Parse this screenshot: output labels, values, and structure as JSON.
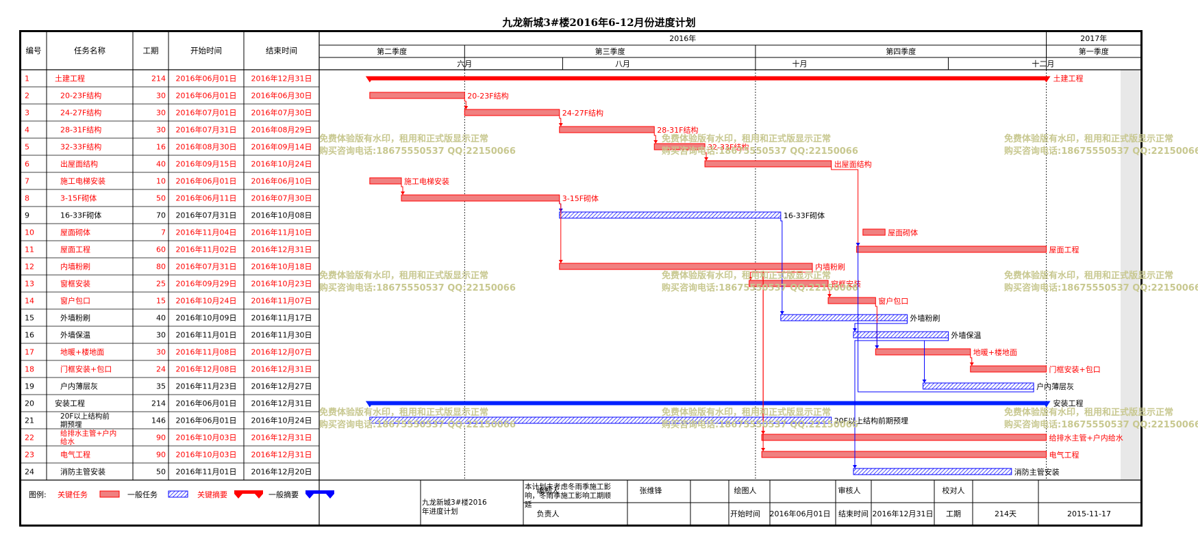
{
  "title": "九龙新城3#楼2016年6-12月份进度计划",
  "columns": [
    "编号",
    "任务名称",
    "工期",
    "开始时间",
    "结束时间"
  ],
  "timeline": {
    "years": [
      "2016年",
      "2017年"
    ],
    "quarters": [
      "第二季度",
      "第三季度",
      "第四季度",
      "第一季度"
    ],
    "months": [
      "六月",
      "八月",
      "十月",
      "十二月"
    ],
    "range_start": "2016-05-16",
    "range_end": "2017-01-31"
  },
  "chart_data": {
    "type": "gantt",
    "tasks": [
      {
        "id": "1",
        "name": "土建工程",
        "duration": 214,
        "start": "2016年06月01日",
        "end": "2016年12月31日",
        "s": "2016-06-01",
        "e": "2016-12-31",
        "kind": "summary",
        "critical": true,
        "label": "土建工程"
      },
      {
        "id": "2",
        "name": "20-23F结构",
        "duration": 30,
        "start": "2016年06月01日",
        "end": "2016年06月30日",
        "s": "2016-06-01",
        "e": "2016-06-30",
        "kind": "task",
        "critical": true,
        "indent": true,
        "label": "20-23F结构"
      },
      {
        "id": "3",
        "name": "24-27F结构",
        "duration": 30,
        "start": "2016年07月01日",
        "end": "2016年07月30日",
        "s": "2016-07-01",
        "e": "2016-07-30",
        "kind": "task",
        "critical": true,
        "indent": true,
        "label": "24-27F结构"
      },
      {
        "id": "4",
        "name": "28-31F结构",
        "duration": 30,
        "start": "2016年07月31日",
        "end": "2016年08月29日",
        "s": "2016-07-31",
        "e": "2016-08-29",
        "kind": "task",
        "critical": true,
        "indent": true,
        "label": "28-31F结构"
      },
      {
        "id": "5",
        "name": "32-33F结构",
        "duration": 16,
        "start": "2016年08月30日",
        "end": "2016年09月14日",
        "s": "2016-08-30",
        "e": "2016-09-14",
        "kind": "task",
        "critical": true,
        "indent": true,
        "label": "32-33F结构"
      },
      {
        "id": "6",
        "name": "出屋面结构",
        "duration": 40,
        "start": "2016年09月15日",
        "end": "2016年10月24日",
        "s": "2016-09-15",
        "e": "2016-10-24",
        "kind": "task",
        "critical": true,
        "indent": true,
        "label": "出屋面结构"
      },
      {
        "id": "7",
        "name": "施工电梯安装",
        "duration": 10,
        "start": "2016年06月01日",
        "end": "2016年06月10日",
        "s": "2016-06-01",
        "e": "2016-06-10",
        "kind": "task",
        "critical": true,
        "indent": true,
        "label": "施工电梯安装"
      },
      {
        "id": "8",
        "name": "3-15F砌体",
        "duration": 50,
        "start": "2016年06月11日",
        "end": "2016年07月30日",
        "s": "2016-06-11",
        "e": "2016-07-30",
        "kind": "task",
        "critical": true,
        "indent": true,
        "label": "3-15F砌体"
      },
      {
        "id": "9",
        "name": "16-33F砌体",
        "duration": 70,
        "start": "2016年07月31日",
        "end": "2016年10月08日",
        "s": "2016-07-31",
        "e": "2016-10-08",
        "kind": "task",
        "critical": false,
        "indent": true,
        "label": "16-33F砌体"
      },
      {
        "id": "10",
        "name": "屋面砌体",
        "duration": 7,
        "start": "2016年11月04日",
        "end": "2016年11月10日",
        "s": "2016-11-04",
        "e": "2016-11-10",
        "kind": "task",
        "critical": true,
        "indent": true,
        "label": "屋面砌体"
      },
      {
        "id": "11",
        "name": "屋面工程",
        "duration": 60,
        "start": "2016年11月02日",
        "end": "2016年12月31日",
        "s": "2016-11-02",
        "e": "2016-12-31",
        "kind": "task",
        "critical": true,
        "indent": true,
        "label": "屋面工程"
      },
      {
        "id": "12",
        "name": "内墙粉刷",
        "duration": 80,
        "start": "2016年07月31日",
        "end": "2016年10月18日",
        "s": "2016-07-31",
        "e": "2016-10-18",
        "kind": "task",
        "critical": true,
        "indent": true,
        "label": "内墙粉刷"
      },
      {
        "id": "13",
        "name": "窗框安装",
        "duration": 25,
        "start": "2016年09月29日",
        "end": "2016年10月23日",
        "s": "2016-09-29",
        "e": "2016-10-23",
        "kind": "task",
        "critical": true,
        "indent": true,
        "label": "窗框安装"
      },
      {
        "id": "14",
        "name": "窗户包口",
        "duration": 15,
        "start": "2016年10月24日",
        "end": "2016年11月07日",
        "s": "2016-10-24",
        "e": "2016-11-07",
        "kind": "task",
        "critical": true,
        "indent": true,
        "label": "窗户包口"
      },
      {
        "id": "15",
        "name": "外墙粉刷",
        "duration": 40,
        "start": "2016年10月09日",
        "end": "2016年11月17日",
        "s": "2016-10-09",
        "e": "2016-11-17",
        "kind": "task",
        "critical": false,
        "indent": true,
        "label": "外墙粉刷"
      },
      {
        "id": "16",
        "name": "外墙保温",
        "duration": 30,
        "start": "2016年11月01日",
        "end": "2016年11月30日",
        "s": "2016-11-01",
        "e": "2016-11-30",
        "kind": "task",
        "critical": false,
        "indent": true,
        "label": "外墙保温"
      },
      {
        "id": "17",
        "name": "地暖+楼地面",
        "duration": 30,
        "start": "2016年11月08日",
        "end": "2016年12月07日",
        "s": "2016-11-08",
        "e": "2016-12-07",
        "kind": "task",
        "critical": true,
        "indent": true,
        "label": "地暖+楼地面"
      },
      {
        "id": "18",
        "name": "门框安装+包口",
        "duration": 24,
        "start": "2016年12月08日",
        "end": "2016年12月31日",
        "s": "2016-12-08",
        "e": "2016-12-31",
        "kind": "task",
        "critical": true,
        "indent": true,
        "label": "门框安装+包口"
      },
      {
        "id": "19",
        "name": "户内薄层灰",
        "duration": 35,
        "start": "2016年11月23日",
        "end": "2016年12月27日",
        "s": "2016-11-23",
        "e": "2016-12-27",
        "kind": "task",
        "critical": false,
        "indent": true,
        "label": "户内薄层灰"
      },
      {
        "id": "20",
        "name": "安装工程",
        "duration": 214,
        "start": "2016年06月01日",
        "end": "2016年12月31日",
        "s": "2016-06-01",
        "e": "2016-12-31",
        "kind": "summary",
        "critical": false,
        "label": "安装工程"
      },
      {
        "id": "21",
        "name": "20F以上结构前期预埋",
        "duration": 146,
        "start": "2016年06月01日",
        "end": "2016年10月24日",
        "s": "2016-06-01",
        "e": "2016-10-24",
        "kind": "task",
        "critical": false,
        "indent": true,
        "label": "20F以上结构前期预埋"
      },
      {
        "id": "22",
        "name": "给排水主管+户内给水",
        "duration": 90,
        "start": "2016年10月03日",
        "end": "2016年12月31日",
        "s": "2016-10-03",
        "e": "2016-12-31",
        "kind": "task",
        "critical": true,
        "indent": true,
        "label": "给排水主管+户内给水"
      },
      {
        "id": "23",
        "name": "电气工程",
        "duration": 90,
        "start": "2016年10月03日",
        "end": "2016年12月31日",
        "s": "2016-10-03",
        "e": "2016-12-31",
        "kind": "task",
        "critical": true,
        "indent": true,
        "label": "电气工程"
      },
      {
        "id": "24",
        "name": "消防主管安装",
        "duration": 50,
        "start": "2016年11月01日",
        "end": "2016年12月20日",
        "s": "2016-11-01",
        "e": "2016-12-20",
        "kind": "task",
        "critical": false,
        "indent": true,
        "label": "消防主管安装"
      }
    ],
    "dependencies": [
      [
        1,
        2
      ],
      [
        2,
        3
      ],
      [
        3,
        4
      ],
      [
        4,
        5
      ],
      [
        5,
        10
      ],
      [
        6,
        7
      ],
      [
        7,
        8
      ],
      [
        7,
        11
      ],
      [
        8,
        14
      ],
      [
        11,
        12
      ],
      [
        12,
        13
      ],
      [
        13,
        16
      ],
      [
        16,
        17
      ],
      [
        18,
        10
      ],
      [
        14,
        15
      ],
      [
        15,
        18
      ],
      [
        14,
        16
      ],
      [
        11,
        21
      ],
      [
        11,
        22
      ],
      [
        15,
        23
      ]
    ]
  },
  "watermark": {
    "line1": "免费体验版有水印，租用和正式版显示正常",
    "line2": "购买咨询电话:18675550537 QQ:22150066"
  },
  "legend": {
    "label": "图例:",
    "items": [
      "关键任务",
      "一般任务",
      "关键摘要",
      "一般摘要"
    ]
  },
  "footer": {
    "project": "九龙新城3#楼2016年进度计划",
    "note": "本计划未考虑冬雨季施工影响，冬雨季施工影响工期顺延",
    "compiler_label": "编制人",
    "compiler": "张维锋",
    "drawer_label": "绘图人",
    "reviewer_label": "审核人",
    "checker_label": "校对人",
    "owner_label": "负责人",
    "start_label": "开始时间",
    "start": "2016年06月01日",
    "end_label": "结束时间",
    "end": "2016年12月31日",
    "duration_label": "工期",
    "duration": "214天",
    "date": "2015-11-17"
  },
  "colors": {
    "critical": "#ff0000",
    "critical_fill": "#f08080",
    "normal": "#0000ff",
    "summary_normal": "#0020ff",
    "watermark": "#c8c890"
  }
}
